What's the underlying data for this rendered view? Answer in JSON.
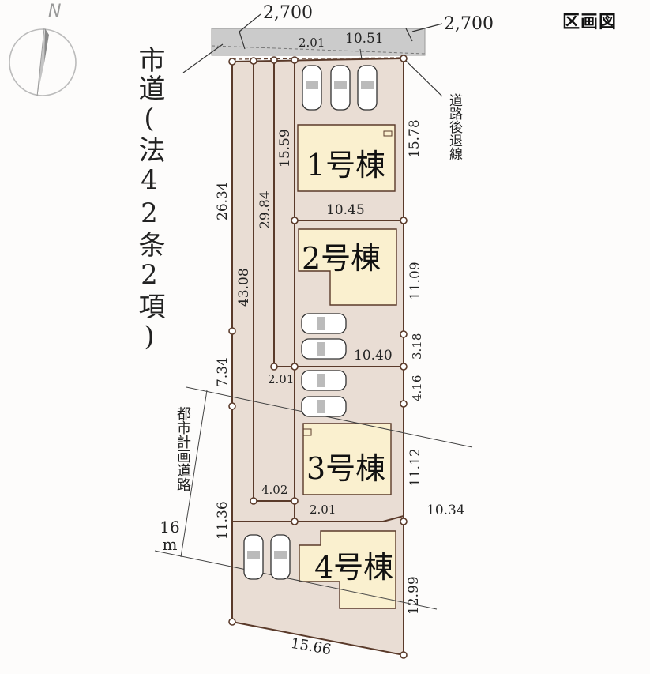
{
  "title": "区画図",
  "compass": {
    "label": "N"
  },
  "roads": {
    "city_road": "市道(法42条2項)",
    "width_left": "2,700",
    "width_right": "2,700",
    "setback_line": "道路後退線",
    "planned_road": "都市計画道路",
    "planned_road_width": "16\nm"
  },
  "buildings": [
    {
      "label": "1号棟"
    },
    {
      "label": "2号棟"
    },
    {
      "label": "3号棟"
    },
    {
      "label": "4号棟"
    }
  ],
  "dimensions": {
    "top_access_width": "2.01",
    "top_frontage": "10.51",
    "lot1_left": "15.59",
    "lot1_right": "15.78",
    "lot1_bottom": "10.45",
    "lot2_right": "11.09",
    "lot2_right_small": "3.18",
    "lot2_bottom": "10.40",
    "access_upper": "2.01",
    "lot3_right_small": "4.16",
    "lot3_right": "11.12",
    "outer_left_upper": "26.34",
    "outer_left_mid": "7.34",
    "outer_left_lower": "11.36",
    "flag3_pole": "29.84",
    "flag4_pole": "43.08",
    "pole_bottom": "4.02",
    "access_lower": "2.01",
    "lot3_bottom": "10.34",
    "lot4_right": "12.99",
    "lot4_bottom": "15.66"
  }
}
